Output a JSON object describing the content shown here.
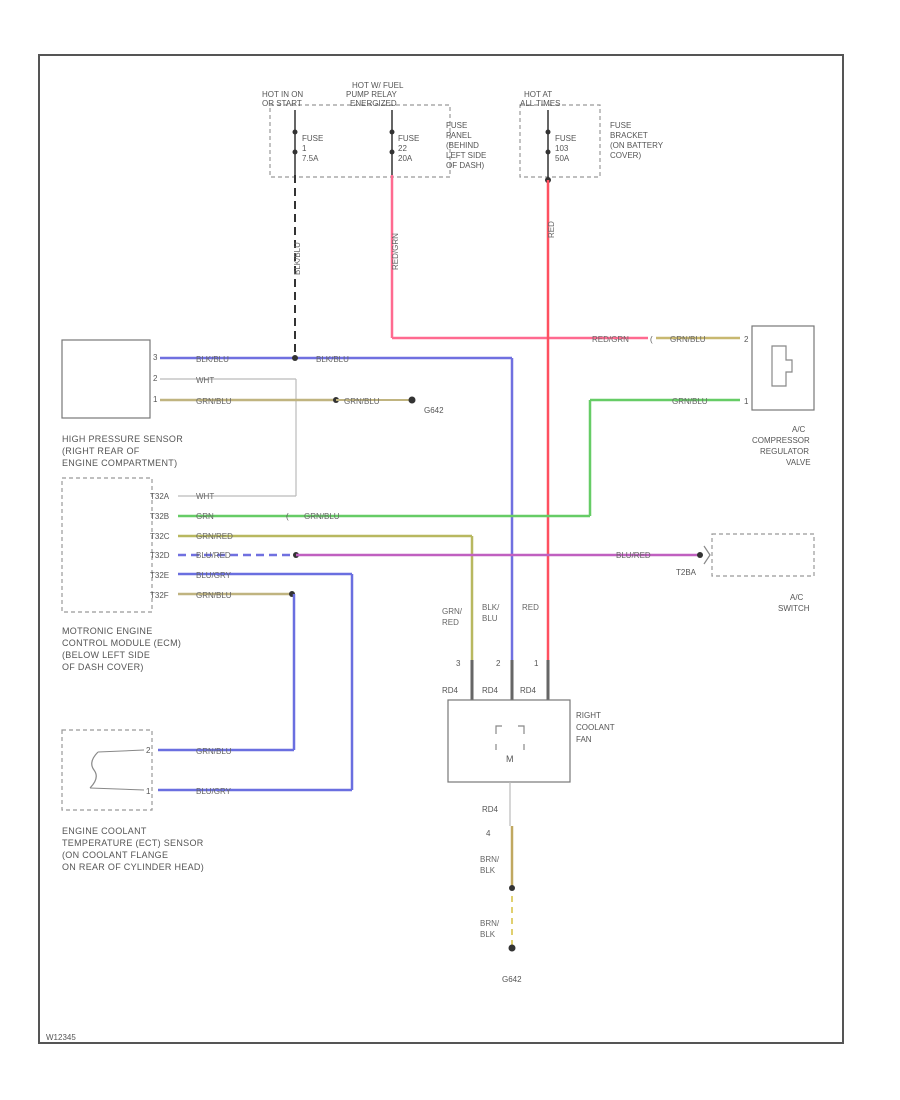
{
  "diagram_id": "W12345",
  "power": {
    "hot_run_start": [
      "HOT IN ON",
      "OR START"
    ],
    "hot_fuel_pump": [
      "HOT W/ FUEL",
      "PUMP RELAY",
      "ENERGIZED"
    ],
    "hot_at_all_times": [
      "HOT AT",
      "ALL TIMES"
    ]
  },
  "fuses": {
    "fuse_1": [
      "FUSE",
      "1",
      "7.5A"
    ],
    "fuse_22": [
      "FUSE",
      "22",
      "20A"
    ],
    "fuse_103": [
      "FUSE",
      "103",
      "50A"
    ],
    "fuse_panel_label": [
      "FUSE",
      "PANEL",
      "(BEHIND",
      "LEFT SIDE",
      "OF DASH)"
    ],
    "fuse_bracket_label": [
      "FUSE",
      "BRACKET",
      "(ON BATTERY",
      "COVER)"
    ]
  },
  "wires": {
    "blk_blu_vertical": "BLK/BLU",
    "red_grn_vertical": "RED/GRN",
    "red_vertical": "RED",
    "red_grn_h": "RED/GRN",
    "grn_blu_a": "GRN/BLU",
    "blk_blu_1": "BLK/BLU",
    "blk_blu_2": "BLK/BLU",
    "wht": "WHT",
    "grn_blu_b": "GRN/BLU",
    "grn_blu_c": "GRN/BLU",
    "grn_blu_d": "GRN/BLU",
    "wht_ecm": "WHT",
    "grn": "GRN",
    "grn_blu_e": "GRN/BLU",
    "grn_red": "GRN/RED",
    "blu_red": "BLU/RED",
    "blu_red_2": "BLU/RED",
    "blu_gry": "BLU/GRY",
    "grn_blu_f": "GRN/BLU",
    "grn_red_v": [
      "GRN/",
      "RED"
    ],
    "blk_blu_v": [
      "BLK/",
      "BLU"
    ],
    "red_v": "RED",
    "grn_blu_ect": "GRN/BLU",
    "blu_gry_ect": "BLU/GRY",
    "brn_blk_1": [
      "BRN/",
      "BLK"
    ],
    "brn_blk_2": [
      "BRN/",
      "BLK"
    ]
  },
  "ground_labels": {
    "g1": "G642",
    "g2": "G642"
  },
  "components": {
    "hp_sensor": [
      "HIGH PRESSURE SENSOR",
      "(RIGHT REAR OF",
      "ENGINE COMPARTMENT)"
    ],
    "ecm": [
      "MOTRONIC ENGINE",
      "CONTROL MODULE (ECM)",
      "(BELOW LEFT SIDE",
      "OF DASH COVER)"
    ],
    "ac_valve": [
      "A/C",
      "COMPRESSOR",
      "REGULATOR",
      "VALVE"
    ],
    "ac_switch": [
      "A/C",
      "SWITCH"
    ],
    "coolant_fan": [
      "RIGHT",
      "COOLANT",
      "FAN"
    ],
    "ect_sensor": [
      "ENGINE COOLANT",
      "TEMPERATURE (ECT) SENSOR",
      "(ON COOLANT FLANGE",
      "ON REAR OF CYLINDER HEAD)"
    ]
  },
  "ecm_pins": [
    "T32A",
    "T32B",
    "T32C",
    "T32D",
    "T32E",
    "T32F"
  ],
  "fan_pins": [
    "RD4",
    "RD4",
    "RD4"
  ],
  "fan_ground_pin": "RD4",
  "ac_switch_pin": "T2BA",
  "motor_symbol": "M",
  "colors": {
    "red": "#ff6070",
    "pink_red": "#ff5a7a",
    "blue": "#6a6fe0",
    "green": "#6ed66a",
    "olive": "#b8a968",
    "yellow_green": "#b8b860",
    "purple": "#c060c0",
    "dark": "#333333"
  }
}
